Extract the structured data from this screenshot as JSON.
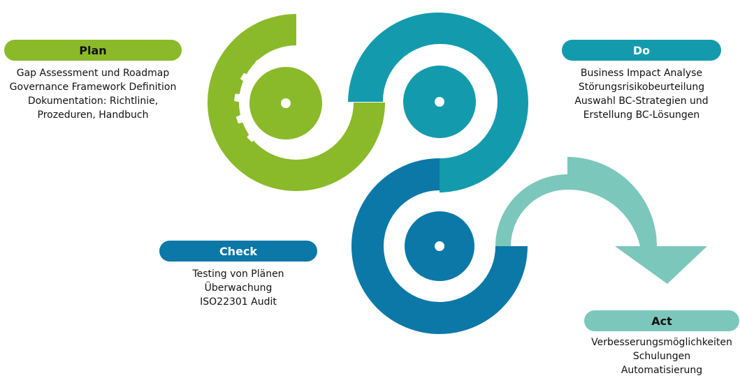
{
  "colors": {
    "plan": "#8aba29",
    "do": "#149aad",
    "check": "#0b78a8",
    "act": "#7cc7bb",
    "gear": "#ffffff"
  },
  "icons": [
    "gear-icon",
    "arrow-icon"
  ],
  "plan": {
    "title": "Plan",
    "lines": [
      "Gap Assessment und Roadmap",
      "Governance Framework Definition",
      "Dokumentation: Richtlinie,",
      "Prozeduren, Handbuch"
    ]
  },
  "do": {
    "title": "Do",
    "lines": [
      "Business Impact Analyse",
      "Störungsrisikobeurteilung",
      "Auswahl BC-Strategien und",
      "Erstellung BC-Lösungen"
    ]
  },
  "check": {
    "title": "Check",
    "lines": [
      "Testing von Plänen",
      "Überwachung",
      "ISO22301 Audit"
    ]
  },
  "act": {
    "title": "Act",
    "lines": [
      "Verbesserungsmöglichkeiten",
      "Schulungen",
      "Automatisierung"
    ]
  }
}
